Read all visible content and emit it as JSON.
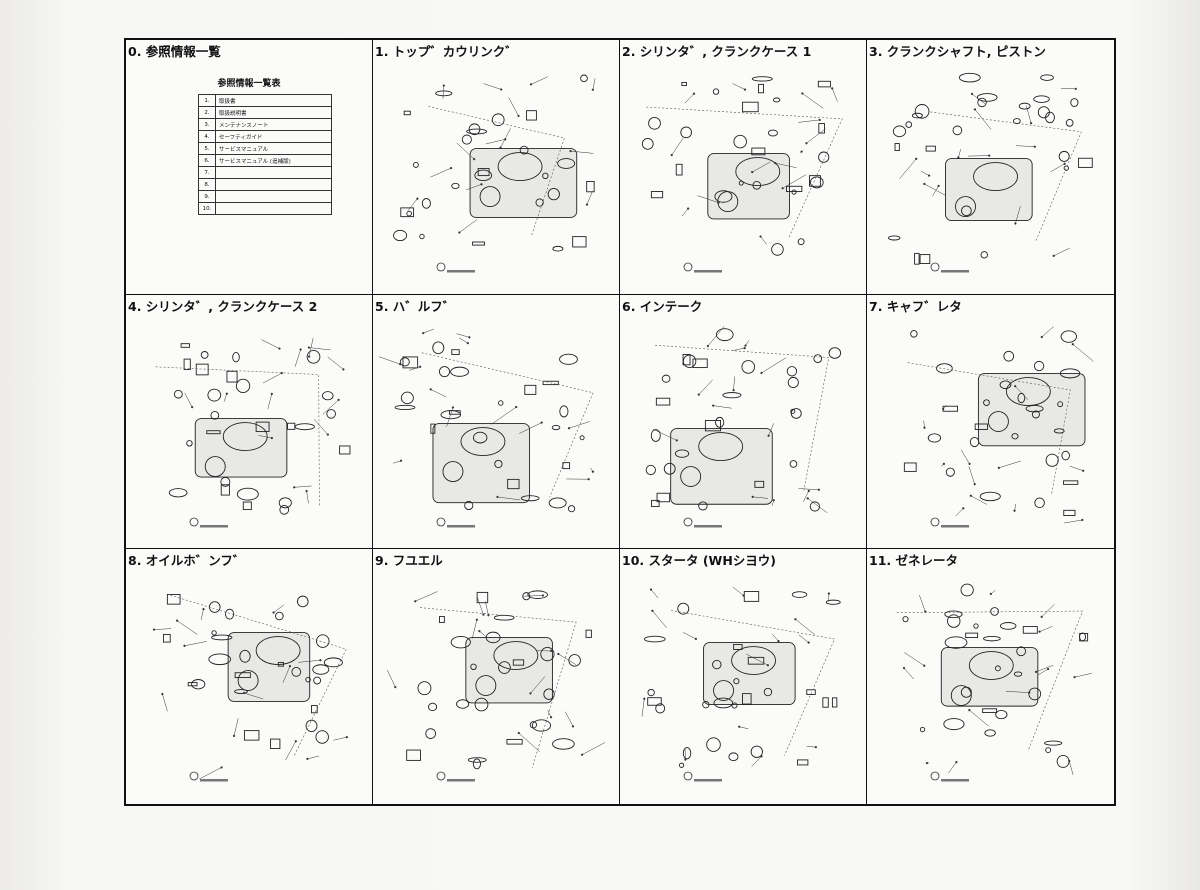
{
  "panels": [
    {
      "title": "0. 参照情報一覧",
      "kind": "table"
    },
    {
      "title": "1. トップ゛カウリンク゛",
      "kind": "cowling"
    },
    {
      "title": "2. シリンタ゛, クランクケース 1",
      "kind": "block"
    },
    {
      "title": "3. クランクシャフト, ピストン",
      "kind": "crank"
    },
    {
      "title": "4. シリンタ゛, クランクケース 2",
      "kind": "block2"
    },
    {
      "title": "5. ハ゛ルフ゛",
      "kind": "valve"
    },
    {
      "title": "6. インテーク",
      "kind": "intake"
    },
    {
      "title": "7. キャフ゛レタ",
      "kind": "carb"
    },
    {
      "title": "8. オイルホ゛ンフ゛",
      "kind": "oilpump"
    },
    {
      "title": "9. フユエル",
      "kind": "fuel"
    },
    {
      "title": "10. スタータ (WHシヨウ)",
      "kind": "starter"
    },
    {
      "title": "11. ゼネレータ",
      "kind": "generator"
    }
  ],
  "reference_table": {
    "title": "参照情報一覧表",
    "rows": [
      {
        "num": "1.",
        "text": "取扱書"
      },
      {
        "num": "2.",
        "text": "取扱説明書"
      },
      {
        "num": "3.",
        "text": "メンテナンスノート"
      },
      {
        "num": "4.",
        "text": "セーフティガイド"
      },
      {
        "num": "5.",
        "text": "サービスマニュアル"
      },
      {
        "num": "6.",
        "text": "サービスマニュアル (追補版)"
      },
      {
        "num": "7.",
        "text": ""
      },
      {
        "num": "8.",
        "text": ""
      },
      {
        "num": "9.",
        "text": ""
      },
      {
        "num": "10.",
        "text": ""
      }
    ]
  }
}
